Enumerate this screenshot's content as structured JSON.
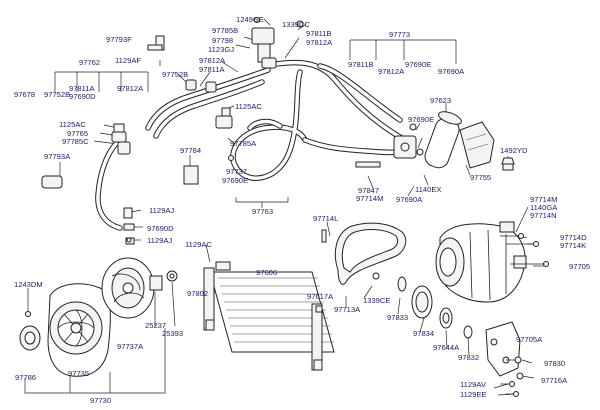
{
  "labels": {
    "l1249GE": "1249GE",
    "l1339CC": "1339CC",
    "l97785B": "97785B",
    "l97798": "97798",
    "l1123GJ": "1123GJ",
    "l97811B_top": "97811B",
    "l97812A_top": "97812A",
    "l97793F": "97793F",
    "l1129AF": "1129AF",
    "l97762": "97762",
    "l97752B_mid": "97752B",
    "l97812A_mid": "97812A",
    "l97811A_mid": "97811A",
    "l97678": "97678",
    "l97752B_low": "97752B",
    "l97811A_low": "97811A",
    "l97690D_low": "97690D",
    "l97812A_low": "97812A",
    "l97773": "97773",
    "l97811B_r": "97811B",
    "l97812A_r": "97812A",
    "l97690E_r": "97690E",
    "l97690A_r": "97690A",
    "l1125AC_r": "1125AC",
    "l97623": "97623",
    "l97690E_mid": "97690E",
    "l1125AC_l": "1125AC",
    "l97765": "97765",
    "l97785C": "97785C",
    "l97793A": "97793A",
    "l97785A": "97785A",
    "l97784": "97784",
    "l97737": "97737",
    "l97690E_low": "97690E",
    "l97763": "97763",
    "l97847": "97847",
    "l97714M_a": "97714M",
    "l1140EX": "1140EX",
    "l97690A_low": "97690A",
    "l97755": "97755",
    "l1492YD": "1492YD",
    "l97714M_b": "97714M",
    "l1140GA": "1140GA",
    "l97714N": "97714N",
    "l97714D": "97714D",
    "l97714K": "97714K",
    "l97705": "97705",
    "l1129AJ_a": "1129AJ",
    "l97690D_mid": "97690D",
    "l1129AJ_b": "1129AJ",
    "l1129AC": "1129AC",
    "l97714L": "97714L",
    "l97606": "97606",
    "l97617A": "97617A",
    "l97802": "97802",
    "l1339CE": "1339CE",
    "l97713A": "97713A",
    "l97833": "97833",
    "l97834": "97834",
    "l1243DM": "1243DM",
    "l25237": "25237",
    "l25393": "25393",
    "l97737A": "97737A",
    "l97786": "97786",
    "l97735": "97735",
    "l97730": "97730",
    "l97644A": "97644A",
    "l97832": "97832",
    "l97705A": "97705A",
    "l97830": "97830",
    "l1129AV": "1129AV",
    "l1129EE": "1129EE",
    "l97716A": "97716A"
  }
}
